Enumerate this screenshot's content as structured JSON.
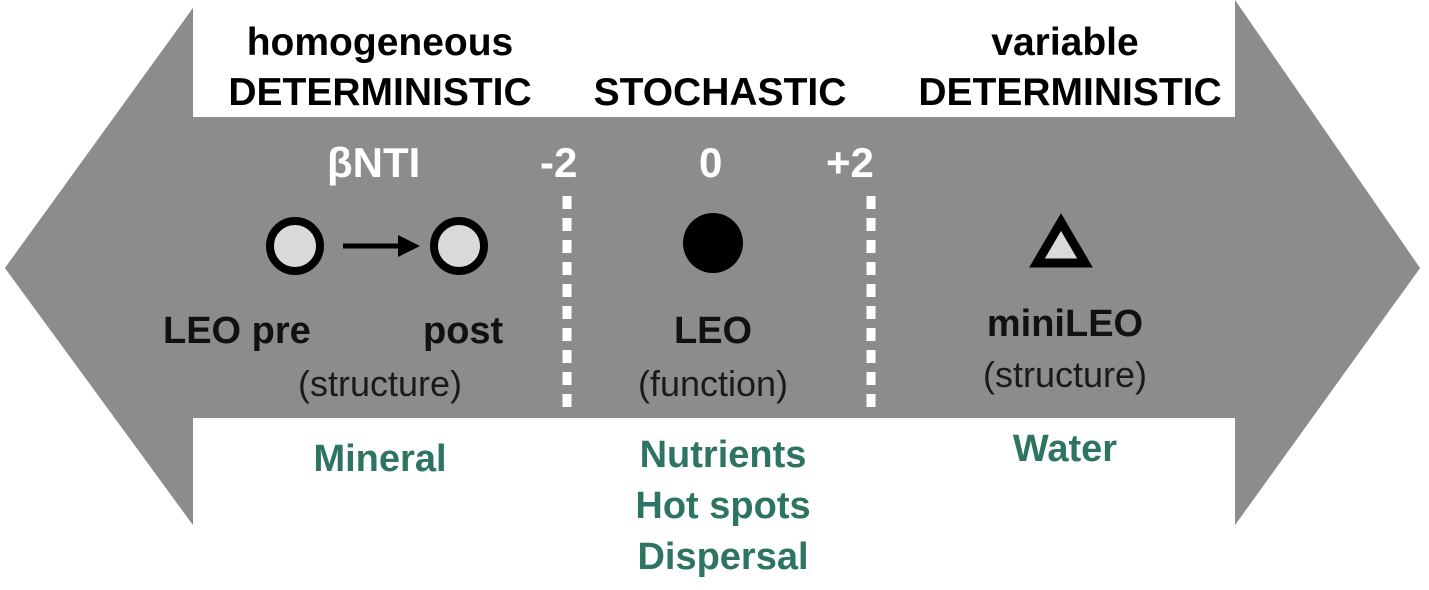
{
  "header": {
    "left": {
      "line1": "homogeneous",
      "line2": "DETERMINISTIC"
    },
    "middle": {
      "line1": "STOCHASTIC"
    },
    "right": {
      "line1": "variable",
      "line2": "DETERMINISTIC"
    }
  },
  "scale": {
    "label": "βNTI",
    "ticks": [
      "-2",
      "0",
      "+2"
    ]
  },
  "groups": {
    "left": {
      "label_pre": "LEO pre",
      "label_post": "post",
      "sub": "(structure)"
    },
    "middle": {
      "label": "LEO",
      "sub": "(function)"
    },
    "right": {
      "label": "miniLEO",
      "sub": "(structure)"
    }
  },
  "drivers": {
    "left": [
      "Mineral"
    ],
    "middle": [
      "Nutrients",
      "Hot spots",
      "Dispersal"
    ],
    "right": [
      "Water"
    ]
  },
  "colors": {
    "arrow": "#8c8c8c",
    "marker_fill_light": "#d9d9d9",
    "marker_dark": "#000000",
    "driver_text": "#2e7462",
    "divider": "#ffffff"
  },
  "icons": {
    "left_markers": "open-circle-icon",
    "shift_arrow": "arrow-right-icon",
    "middle_marker": "filled-circle-icon",
    "right_marker": "open-triangle-icon"
  }
}
